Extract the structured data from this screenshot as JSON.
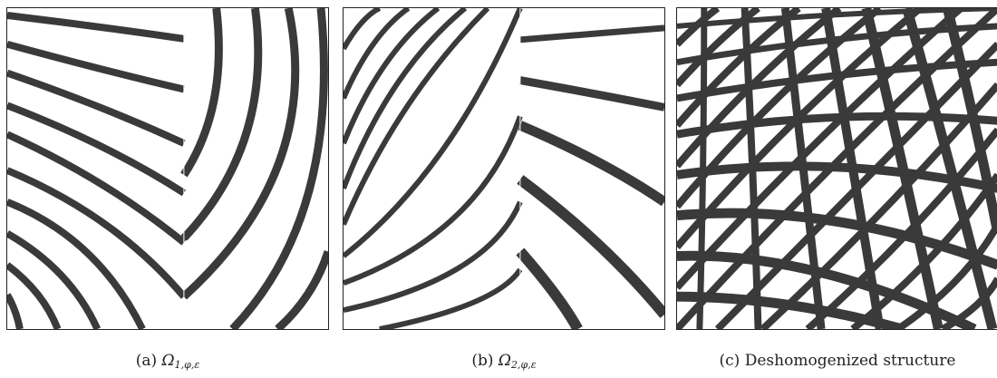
{
  "figure": {
    "panels": [
      {
        "label": "(a)",
        "math_symbol": "Ω",
        "math_subscript": "1,φ,ε",
        "text": ""
      },
      {
        "label": "(b)",
        "math_symbol": "Ω",
        "math_subscript": "2,φ,ε",
        "text": ""
      },
      {
        "label": "(c)",
        "math_symbol": "",
        "math_subscript": "",
        "text": "Deshomogenized structure"
      }
    ],
    "colors": {
      "bar": "#3a3a3a",
      "background": "#ffffff",
      "frame": "#222222"
    }
  }
}
